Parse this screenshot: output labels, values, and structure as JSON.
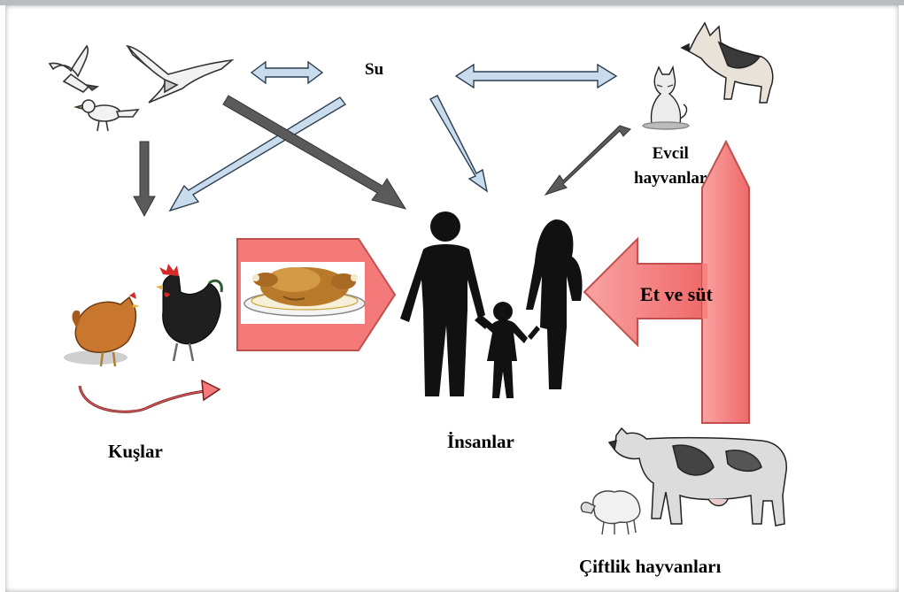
{
  "labels": {
    "su": "Su",
    "evcil_line1": "Evcil",
    "evcil_line2": "hayvanlar",
    "kuslar": "Kuşlar",
    "insanlar": "İnsanlar",
    "ciftlik": "Çiftlik hayvanları",
    "et_ve_sut": "Et ve süt"
  },
  "colors": {
    "red_arrow_fill": "#f47a7a",
    "red_arrow_stroke": "#c0504d",
    "light_blue_arrow": "#c9dcee",
    "dark_arrow": "#555555",
    "silhouette": "#111111"
  },
  "icons": [
    "wild-birds-icon",
    "domestic-pets-icon",
    "chicken-icon",
    "rooster-icon",
    "roast-chicken-icon",
    "family-silhouette-icon",
    "cow-icon",
    "sheep-icon"
  ]
}
